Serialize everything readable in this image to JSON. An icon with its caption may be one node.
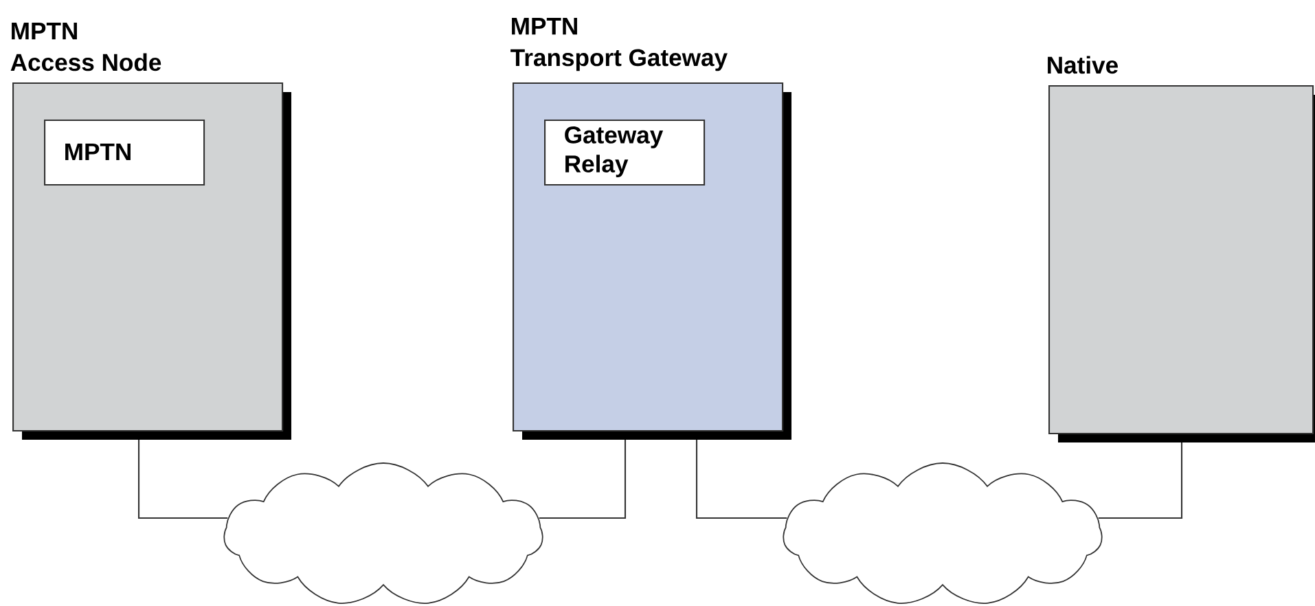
{
  "diagram": {
    "nodes": [
      {
        "text": [
          "MPTN Access Node"
        ]
      },
      {
        "text": [
          "MPTN"
        ],
        "in": 0
      },
      {
        "text": [
          "MPTN Transport Gateway"
        ]
      },
      {
        "text": [
          "Gateway Relay"
        ],
        "in": 2
      },
      {
        "text": [
          "Native"
        ]
      },
      {
        "text": [],
        "shape": "cloud"
      },
      {
        "text": [],
        "shape": "cloud"
      }
    ],
    "edges": [
      {
        "from": 0,
        "to": 5,
        "arrow": "none"
      },
      {
        "from": 5,
        "to": 2,
        "arrow": "none"
      },
      {
        "from": 2,
        "to": 6,
        "arrow": "none"
      },
      {
        "from": 6,
        "to": 4,
        "arrow": "none"
      }
    ]
  }
}
